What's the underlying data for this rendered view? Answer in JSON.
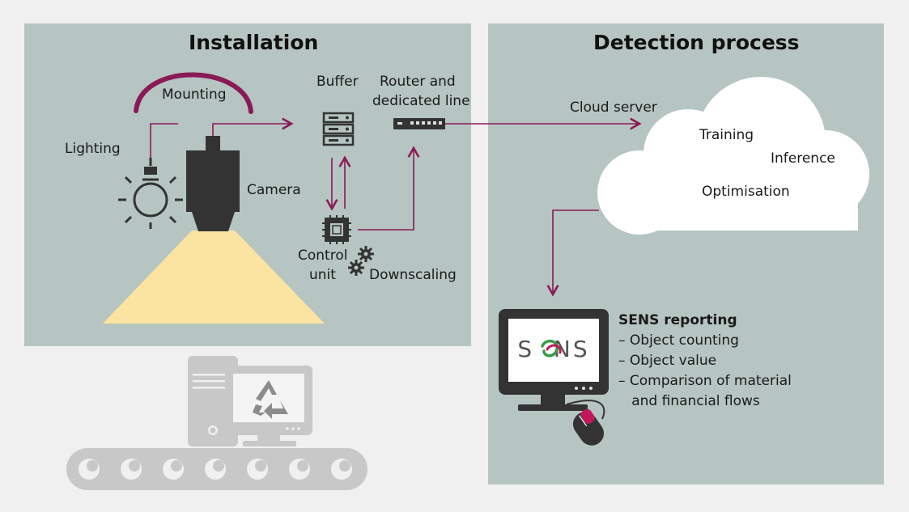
{
  "installation": {
    "title": "Installation",
    "labels": {
      "mounting": "Mounting",
      "lighting": "Lighting",
      "camera": "Camera",
      "buffer": "Buffer",
      "router_line1": "Router and",
      "router_line2": "dedicated line",
      "control_line1": "Control",
      "control_line2": "unit",
      "downscaling": "Downscaling"
    }
  },
  "detection": {
    "title": "Detection process",
    "cloud": {
      "label": "Cloud server",
      "items": [
        "Training",
        "Inference",
        "Optimisation"
      ]
    },
    "reporting": {
      "title": "SENS reporting",
      "items": [
        "– Object counting",
        "– Object value",
        "– Comparison of material",
        "   and financial flows"
      ]
    },
    "logo_text": "SENS"
  },
  "colors": {
    "panel": "#b6c5c2",
    "accent": "#8a1a55",
    "device": "#333333",
    "light_beam": "#fbe3a2",
    "gray_icon": "#c8c8c8"
  }
}
